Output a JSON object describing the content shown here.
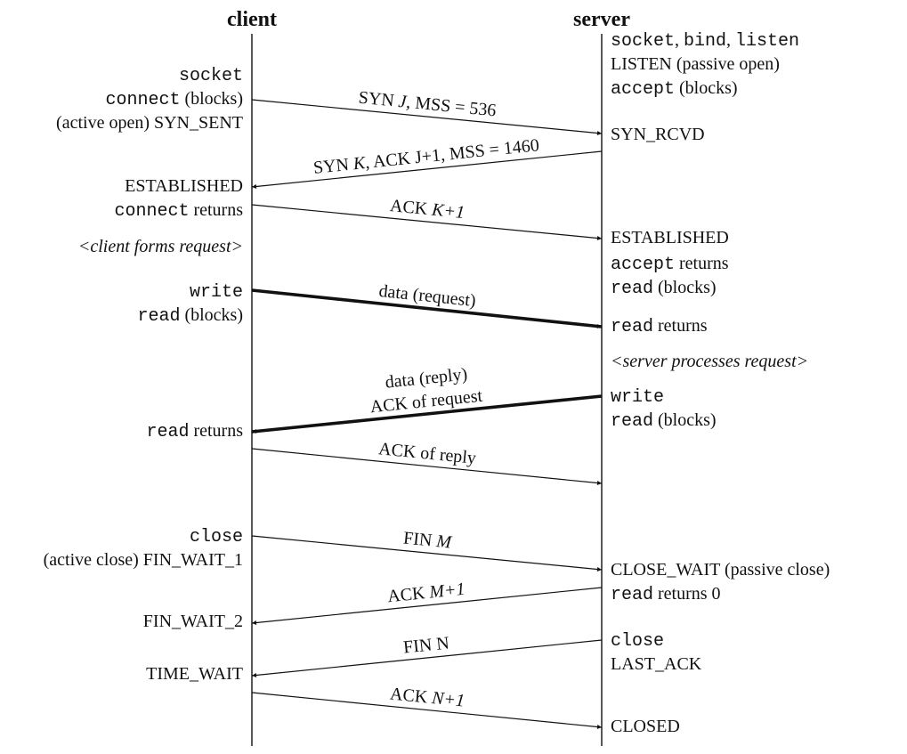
{
  "header": {
    "client": "client",
    "server": "server"
  },
  "client_notes": [
    [
      {
        "t": "socket",
        "f": "mono"
      }
    ],
    [
      {
        "t": "connect",
        "f": "mono"
      },
      {
        "t": " (blocks)",
        "f": "serif"
      }
    ],
    [
      {
        "t": "(active open)  SYN_SENT",
        "f": "serif"
      }
    ],
    [
      {
        "t": "ESTABLISHED",
        "f": "serif"
      }
    ],
    [
      {
        "t": "connect",
        "f": "mono"
      },
      {
        "t": " returns",
        "f": "serif"
      }
    ],
    [
      {
        "t": "<client forms request>",
        "f": "serif",
        "i": true
      }
    ],
    [
      {
        "t": "write",
        "f": "mono"
      }
    ],
    [
      {
        "t": "read",
        "f": "mono"
      },
      {
        "t": " (blocks)",
        "f": "serif"
      }
    ],
    [
      {
        "t": "read",
        "f": "mono"
      },
      {
        "t": " returns",
        "f": "serif"
      }
    ],
    [
      {
        "t": "close",
        "f": "mono"
      }
    ],
    [
      {
        "t": "(active close)  FIN_WAIT_1",
        "f": "serif"
      }
    ],
    [
      {
        "t": "FIN_WAIT_2",
        "f": "serif"
      }
    ],
    [
      {
        "t": "TIME_WAIT",
        "f": "serif"
      }
    ]
  ],
  "server_notes": [
    [
      {
        "t": "socket",
        "f": "mono"
      },
      {
        "t": ", ",
        "f": "serif"
      },
      {
        "t": "bind",
        "f": "mono"
      },
      {
        "t": ", ",
        "f": "serif"
      },
      {
        "t": "listen",
        "f": "mono"
      }
    ],
    [
      {
        "t": "LISTEN  (passive open)",
        "f": "serif"
      }
    ],
    [
      {
        "t": "accept",
        "f": "mono"
      },
      {
        "t": " (blocks)",
        "f": "serif"
      }
    ],
    [
      {
        "t": "SYN_RCVD",
        "f": "serif"
      }
    ],
    [
      {
        "t": "ESTABLISHED",
        "f": "serif"
      }
    ],
    [
      {
        "t": "accept",
        "f": "mono"
      },
      {
        "t": " returns",
        "f": "serif"
      }
    ],
    [
      {
        "t": "read",
        "f": "mono"
      },
      {
        "t": " (blocks)",
        "f": "serif"
      }
    ],
    [
      {
        "t": "read",
        "f": "mono"
      },
      {
        "t": " returns",
        "f": "serif"
      }
    ],
    [
      {
        "t": "<server processes request>",
        "f": "serif",
        "i": true
      }
    ],
    [
      {
        "t": "write",
        "f": "mono"
      }
    ],
    [
      {
        "t": "read",
        "f": "mono"
      },
      {
        "t": " (blocks)",
        "f": "serif"
      }
    ],
    [
      {
        "t": "CLOSE_WAIT  (passive close)",
        "f": "serif"
      }
    ],
    [
      {
        "t": "read",
        "f": "mono"
      },
      {
        "t": " returns 0",
        "f": "serif"
      }
    ],
    [
      {
        "t": "close",
        "f": "mono"
      }
    ],
    [
      {
        "t": "LAST_ACK",
        "f": "serif"
      }
    ],
    [
      {
        "t": "CLOSED",
        "f": "serif"
      }
    ]
  ],
  "messages": [
    {
      "direction": "client-to-server",
      "bold": false,
      "labels": [
        [
          {
            "t": "SYN ",
            "i": false
          },
          {
            "t": "J",
            "i": true
          },
          {
            "t": ", MSS = 536",
            "i": false
          }
        ]
      ]
    },
    {
      "direction": "server-to-client",
      "bold": false,
      "labels": [
        [
          {
            "t": "SYN ",
            "i": false
          },
          {
            "t": "K",
            "i": true
          },
          {
            "t": ", ACK J+1, MSS = 1460",
            "i": false
          }
        ]
      ]
    },
    {
      "direction": "client-to-server",
      "bold": false,
      "labels": [
        [
          {
            "t": "ACK ",
            "i": false
          },
          {
            "t": "K+1",
            "i": true
          }
        ]
      ]
    },
    {
      "direction": "client-to-server",
      "bold": true,
      "labels": [
        [
          {
            "t": "data (request)",
            "i": false
          }
        ]
      ]
    },
    {
      "direction": "server-to-client",
      "bold": true,
      "labels": [
        [
          {
            "t": "data (reply)",
            "i": false
          }
        ],
        [
          {
            "t": "ACK of request",
            "i": false
          }
        ]
      ]
    },
    {
      "direction": "client-to-server",
      "bold": false,
      "labels": [
        [
          {
            "t": "ACK of reply",
            "i": false
          }
        ]
      ]
    },
    {
      "direction": "client-to-server",
      "bold": false,
      "labels": [
        [
          {
            "t": "FIN ",
            "i": false
          },
          {
            "t": "M",
            "i": true
          }
        ]
      ]
    },
    {
      "direction": "server-to-client",
      "bold": false,
      "labels": [
        [
          {
            "t": "ACK ",
            "i": false
          },
          {
            "t": "M+1",
            "i": true
          }
        ]
      ]
    },
    {
      "direction": "server-to-client",
      "bold": false,
      "labels": [
        [
          {
            "t": "FIN N",
            "i": false
          }
        ]
      ]
    },
    {
      "direction": "client-to-server",
      "bold": false,
      "labels": [
        [
          {
            "t": "ACK ",
            "i": false
          },
          {
            "t": "N+1",
            "i": true
          }
        ]
      ]
    }
  ]
}
